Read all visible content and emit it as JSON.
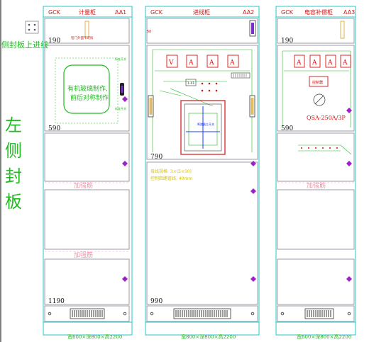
{
  "left_side": {
    "top_label": "侧封板上进线",
    "vertical_label": [
      "左",
      "侧",
      "封",
      "板"
    ]
  },
  "cabinets": [
    {
      "id": "AA1",
      "model": "GCK",
      "name": "计量柜",
      "code": "AA1",
      "dims": "宽600×深800×高2200",
      "height_labels": [
        "190",
        "590",
        "1190"
      ],
      "rib_labels": [
        "加强筋",
        "加强筋"
      ],
      "small_note": "铅门外面不可拆",
      "glass_note": [
        "有机玻璃制作,",
        "前后对称制作"
      ],
      "side_tags": [
        "标准开关",
        "标准开关"
      ]
    },
    {
      "id": "AA2",
      "model": "GCK",
      "name": "进线柜",
      "code": "AA2",
      "dims": "宽800×深800×高2200",
      "height_labels": [
        "790",
        "990"
      ],
      "meters": [
        "V",
        "A",
        "A",
        "A"
      ],
      "breaker_label": "断路器主开关",
      "yellow_notes": [
        "母线规格: 3×(5×50)",
        "控制回路管线: 40mm"
      ],
      "switch_label": "1-01"
    },
    {
      "id": "AA3",
      "model": "GCK",
      "name": "电容补偿柜",
      "code": "AA3",
      "dims": "宽600×深800×高2200",
      "height_labels": [
        "190",
        "590"
      ],
      "rib_labels": [
        "加强筋"
      ],
      "meters": [
        "A",
        "A",
        "A",
        "A"
      ],
      "controller_label": "控制器",
      "switch_spec": "QSA-250A/3P"
    }
  ],
  "colors": {
    "frame": "#24c9c9",
    "cabinet_line": "#9a9aa6",
    "title_red": "#d21414",
    "green": "#22bb22",
    "yellow": "#d6c200",
    "pink": "#ff8aa3",
    "purple": "#a020c8"
  }
}
